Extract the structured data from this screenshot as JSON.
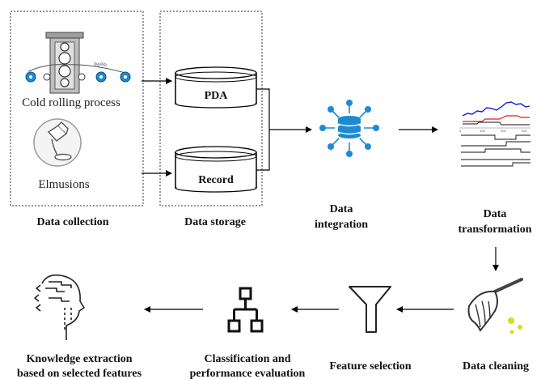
{
  "collection": {
    "cold_rolling": "Cold rolling process",
    "emulsions": "Elmusions",
    "label": "Data collection"
  },
  "storage": {
    "pda": "PDA",
    "record": "Record",
    "label": "Data storage"
  },
  "integration": {
    "line1": "Data",
    "line2": "integration"
  },
  "transformation": {
    "line1": "Data",
    "line2": "transformation",
    "series_colors": [
      "#1a1ae6",
      "#e61a1a",
      "#111111"
    ]
  },
  "cleaning": {
    "label": "Data cleaning"
  },
  "selection": {
    "label": "Feature selection"
  },
  "classification": {
    "line1": "Classification and",
    "line2": "performance evaluation"
  },
  "knowledge": {
    "line1": "Knowledge extraction",
    "line2": "based on selected features"
  },
  "icons": [
    "rolling-mill-icon",
    "emulsion-bottle-icon",
    "database-icon",
    "data-integration-icon",
    "signal-chart-icon",
    "broom-icon",
    "funnel-icon",
    "hierarchy-icon",
    "head-knowledge-icon"
  ]
}
